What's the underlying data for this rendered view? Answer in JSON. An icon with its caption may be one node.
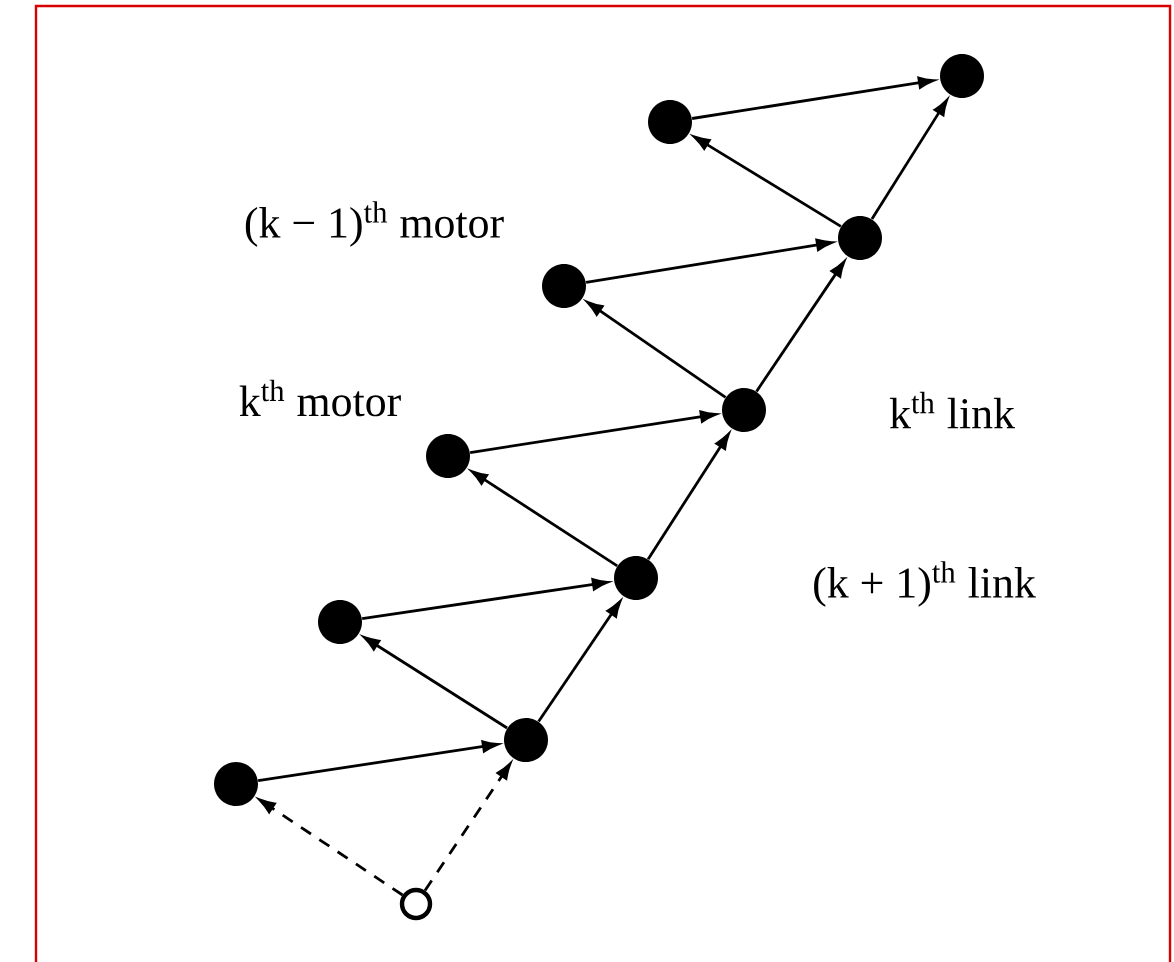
{
  "diagram": {
    "nodes": [
      {
        "text": [],
        "shape": "circle"
      },
      {
        "text": [],
        "shape": "circle"
      },
      {
        "text": [],
        "shape": "circle"
      },
      {
        "text": [],
        "shape": "circle",
        "beside": [
          "(k − 1)$^{th}$ motor"
        ]
      },
      {
        "text": [],
        "shape": "circle",
        "beside": [
          "k$^{th}$ link"
        ]
      },
      {
        "text": [],
        "shape": "circle",
        "beside": [
          "k$^{th}$ motor"
        ]
      },
      {
        "text": [],
        "shape": "circle",
        "beside": [
          "(k + 1)$^{th}$ link"
        ]
      },
      {
        "text": [],
        "shape": "circle"
      },
      {
        "text": [],
        "shape": "circle"
      },
      {
        "text": [],
        "shape": "circle"
      },
      {
        "text": [],
        "shape": "circle"
      }
    ],
    "edges": [
      {
        "from": 9,
        "to": 8,
        "arrow": "to"
      },
      {
        "from": 7,
        "to": 6,
        "arrow": "to"
      },
      {
        "from": 5,
        "to": 4,
        "arrow": "to"
      },
      {
        "from": 3,
        "to": 2,
        "arrow": "to"
      },
      {
        "from": 1,
        "to": 0,
        "arrow": "to"
      },
      {
        "from": 8,
        "to": 7,
        "arrow": "to"
      },
      {
        "from": 6,
        "to": 5,
        "arrow": "to"
      },
      {
        "from": 4,
        "to": 3,
        "arrow": "to"
      },
      {
        "from": 2,
        "to": 1,
        "arrow": "to"
      },
      {
        "from": 8,
        "to": 6,
        "arrow": "to"
      },
      {
        "from": 6,
        "to": 4,
        "arrow": "to"
      },
      {
        "from": 4,
        "to": 2,
        "arrow": "to"
      },
      {
        "from": 2,
        "to": 0,
        "arrow": "to"
      },
      {
        "from": 10,
        "to": 9,
        "arrow": "to",
        "style": "dashed"
      },
      {
        "from": 10,
        "to": 8,
        "arrow": "to",
        "style": "dashed"
      }
    ]
  }
}
